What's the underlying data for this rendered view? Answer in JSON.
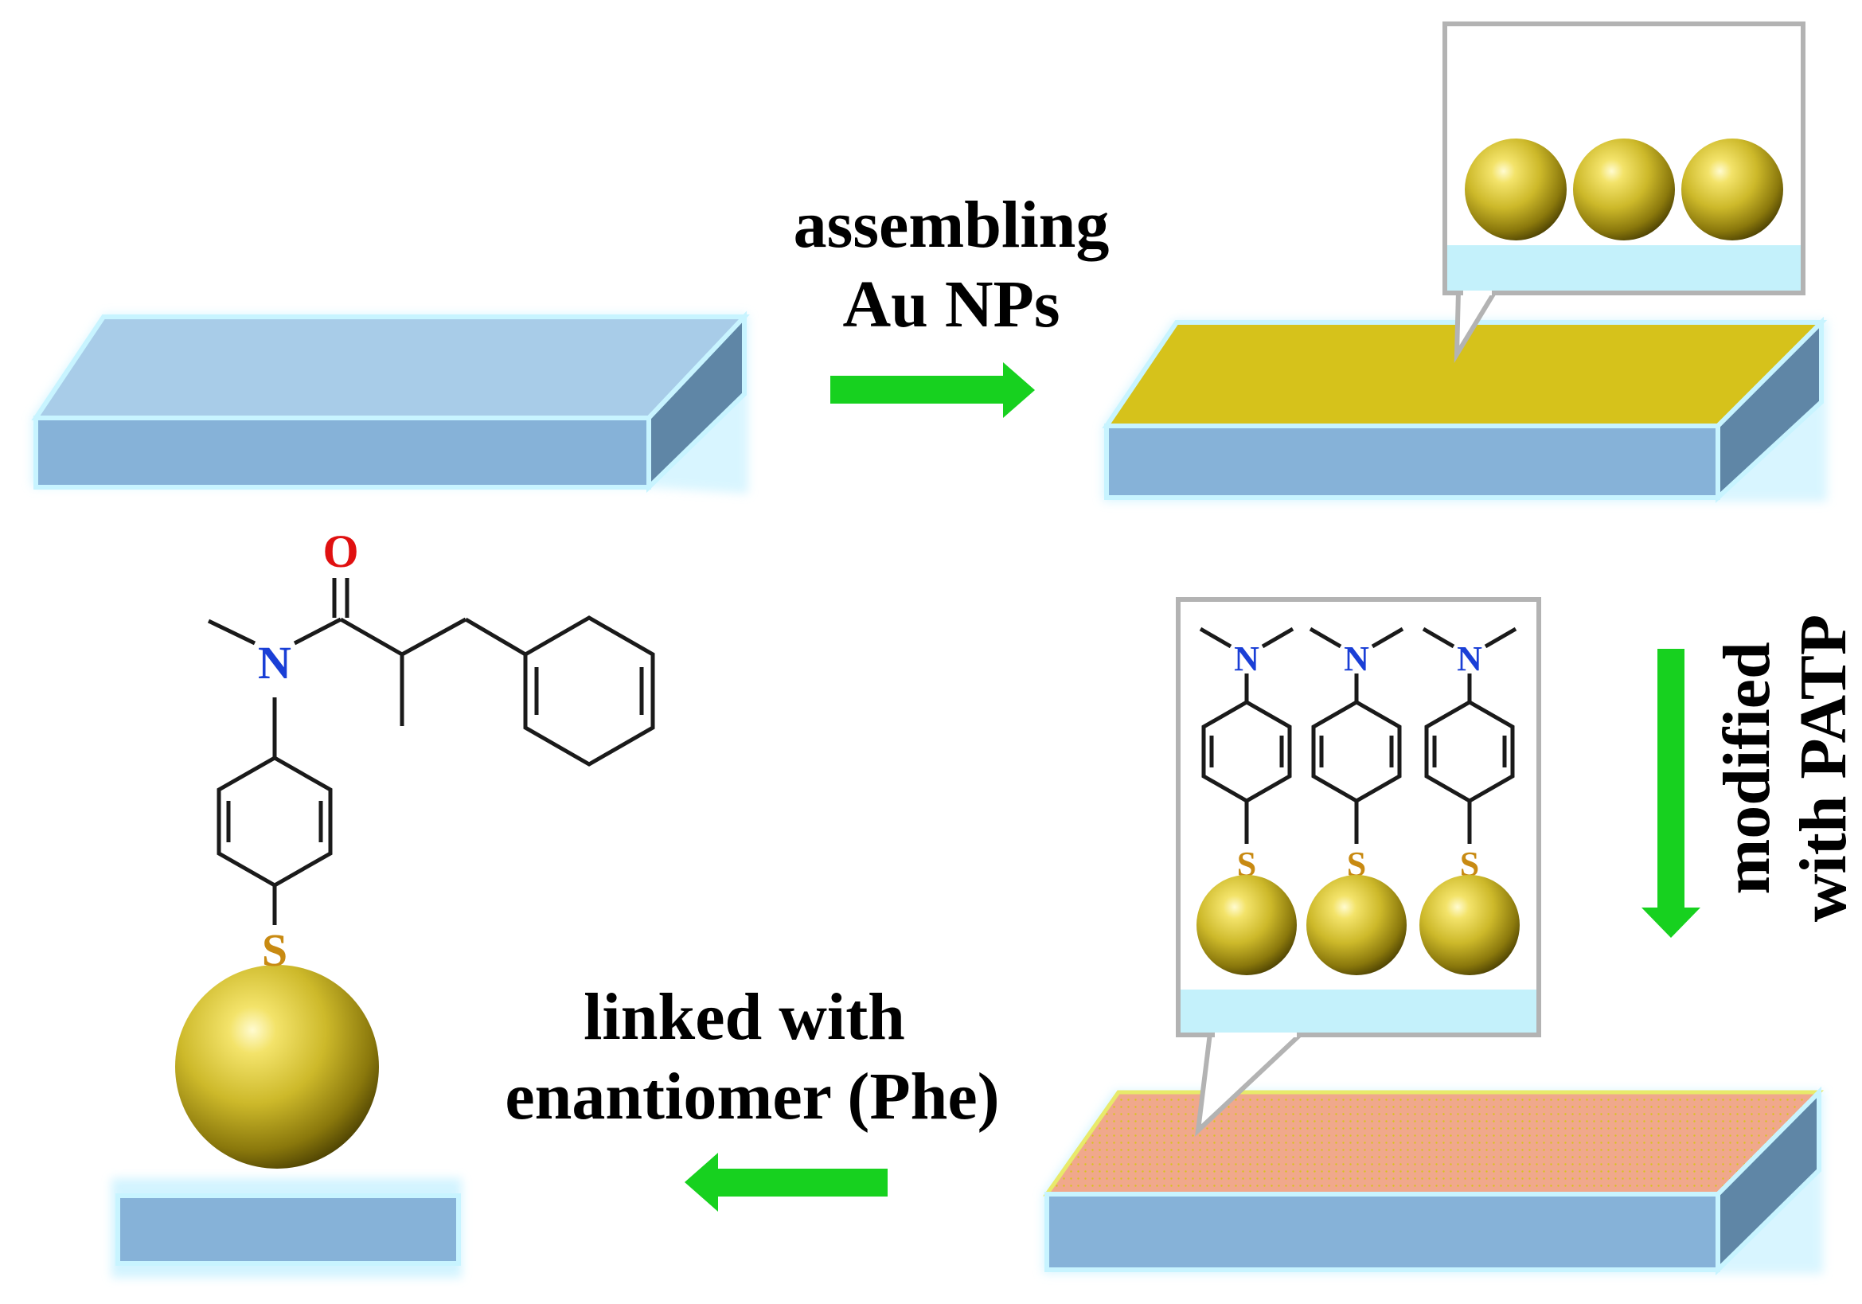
{
  "labels": {
    "step1_line1": "assembling",
    "step1_line2": "Au NPs",
    "step2_line1": "modified",
    "step2_line2": "with PATP",
    "step3_line1": "linked with",
    "step3_line2": "enantiomer (Phe)"
  },
  "atoms": {
    "nitrogen": "N",
    "sulfur": "S",
    "oxygen": "O"
  },
  "colors": {
    "substrate_top": "#a8cce8",
    "substrate_side": "#86b2d8",
    "substrate_right": "#5f86a6",
    "glow": "#bfefff",
    "gold_layer": "#d6c21b",
    "patp_layer": "#f0a88c",
    "arrow": "#17d11f",
    "nitrogen": "#1a3fd6",
    "sulfur": "#c88a12",
    "oxygen": "#e01010",
    "inset_border": "#b3b3b3",
    "inset_base": "#c4f1fb"
  }
}
